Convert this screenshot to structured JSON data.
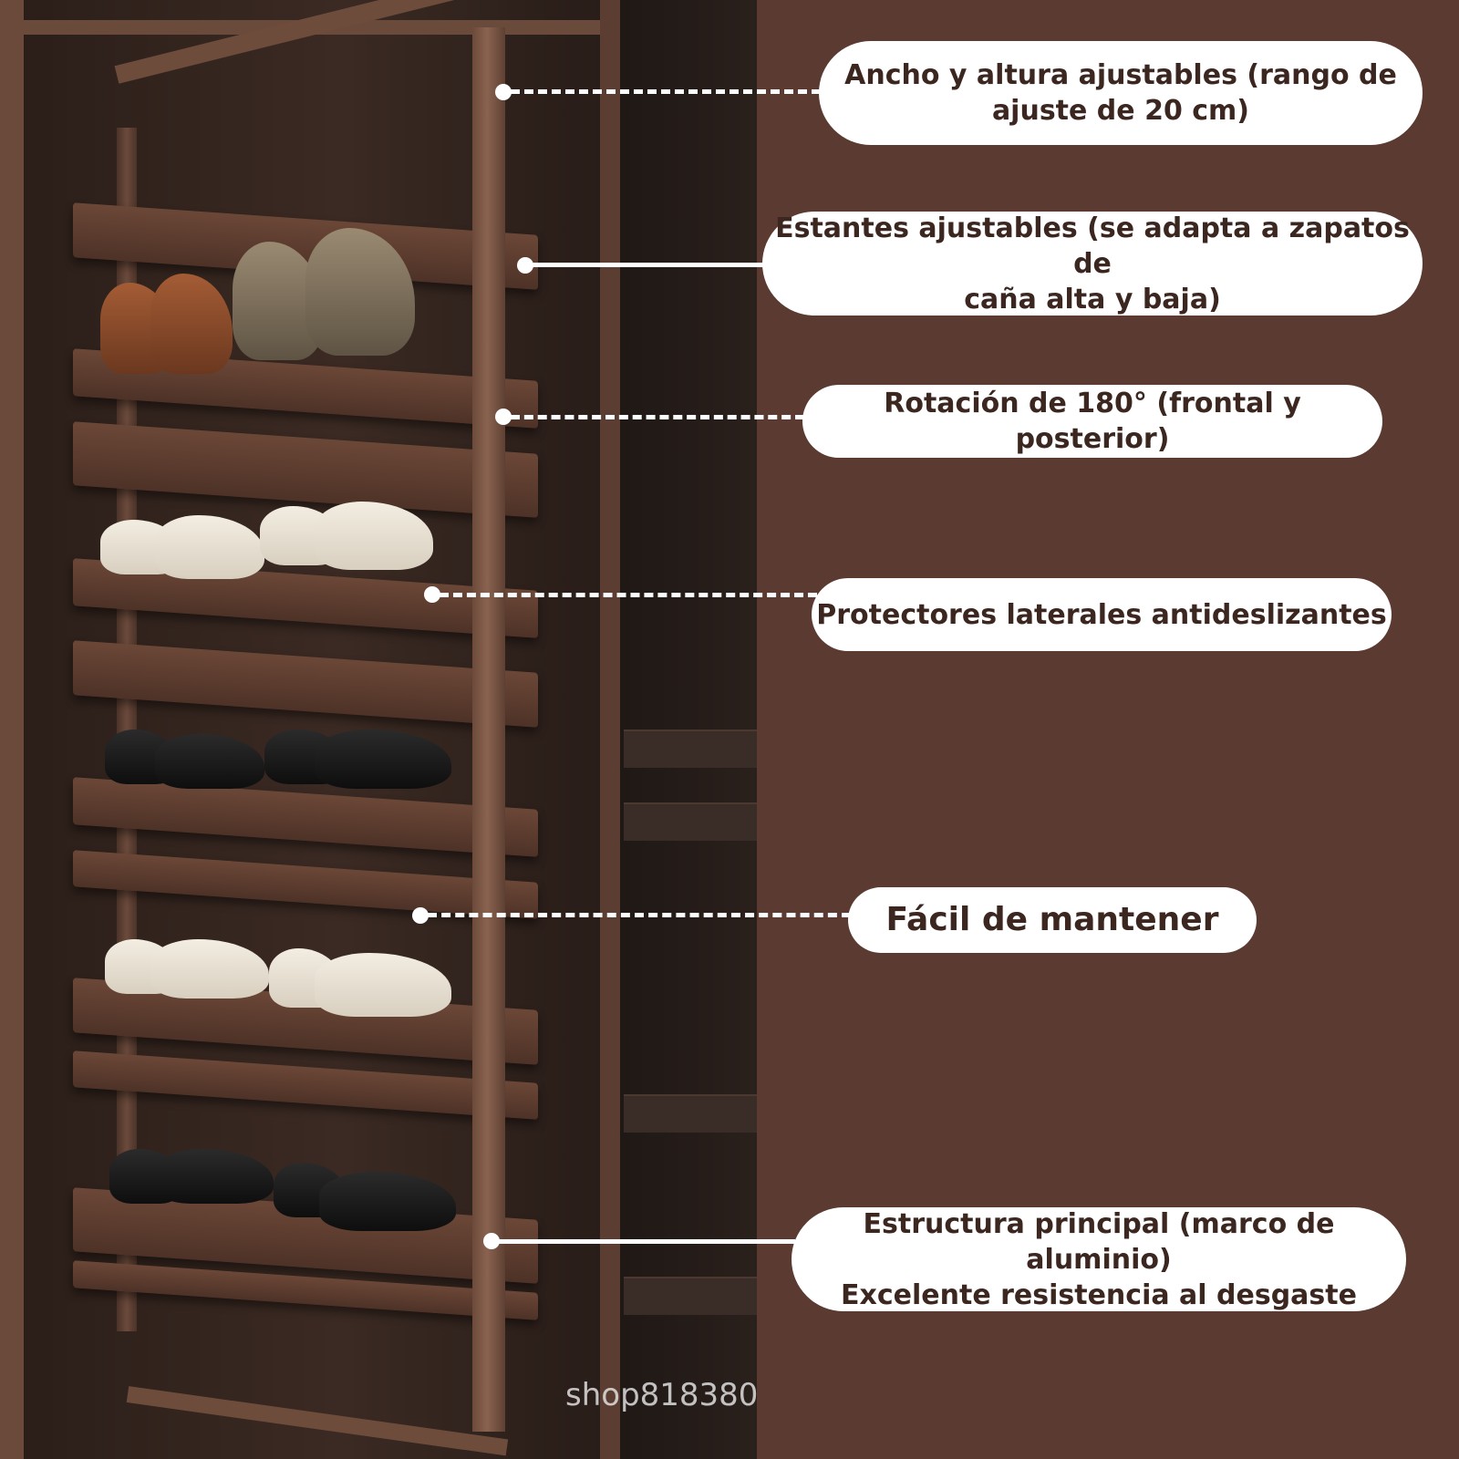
{
  "features": [
    {
      "lines": [
        "Ancho y altura ajustables (rango de",
        "ajuste de 20 cm)"
      ]
    },
    {
      "lines": [
        "Estantes ajustables (se adapta a zapatos de",
        "caña alta y baja)"
      ]
    },
    {
      "lines": [
        "Rotación de 180° (frontal y posterior)"
      ]
    },
    {
      "lines": [
        "Protectores laterales antideslizantes"
      ]
    },
    {
      "lines": [
        "Fácil de mantener"
      ]
    },
    {
      "lines": [
        "Estructura principal (marco de aluminio)",
        "Excelente resistencia al desgaste"
      ]
    }
  ],
  "watermark": "shop818380",
  "colors": {
    "background": "#5a3a31",
    "bubble": "#ffffff",
    "text": "#3b2620"
  }
}
